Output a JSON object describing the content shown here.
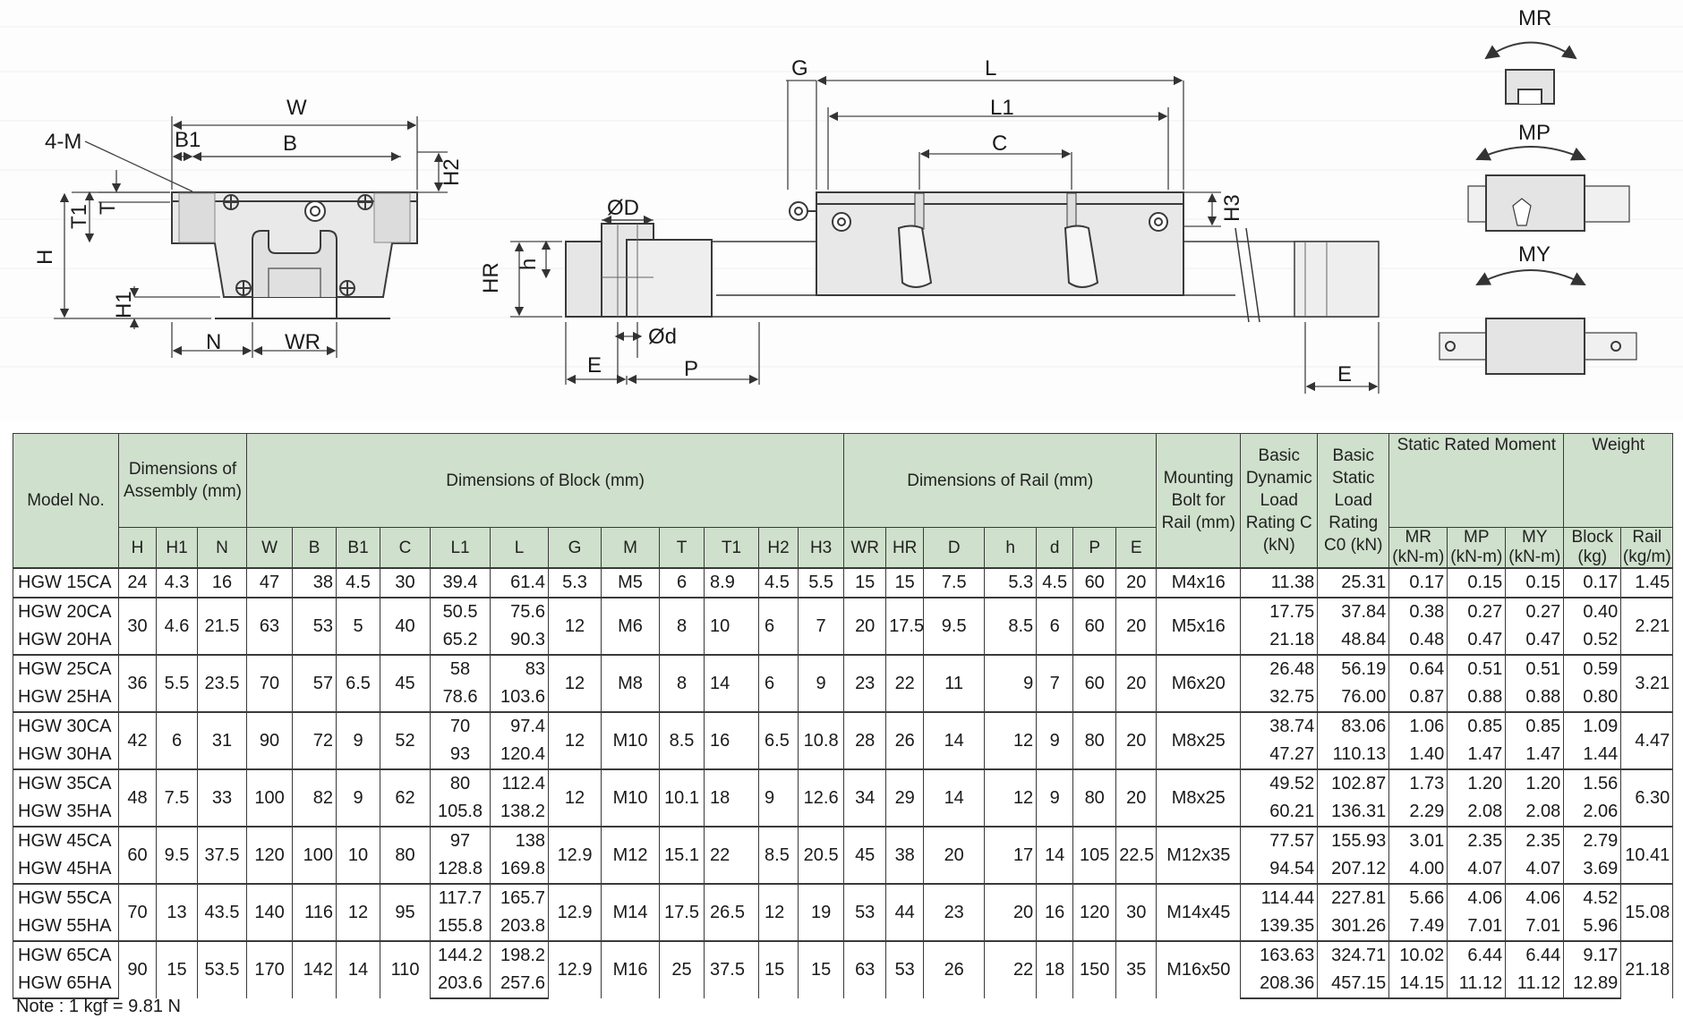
{
  "drawing": {
    "labels": {
      "four_m": "4-M",
      "W": "W",
      "B1": "B1",
      "B": "B",
      "H2": "H2",
      "T": "T",
      "T1": "T1",
      "H": "H",
      "H1": "H1",
      "N": "N",
      "WR": "WR",
      "D": "ØD",
      "HR": "HR",
      "h": "h",
      "d": "Ød",
      "E": "E",
      "P": "P",
      "G": "G",
      "L": "L",
      "L1": "L1",
      "C": "C",
      "H3": "H3",
      "E2": "E",
      "MR": "MR",
      "MP": "MP",
      "MY": "MY"
    }
  },
  "table": {
    "headers": {
      "model": "Model No.",
      "assembly_group": "Dimensions of Assembly (mm)",
      "block_group": "Dimensions of Block (mm)",
      "rail_group": "Dimensions of Rail (mm)",
      "bolt": "Mounting Bolt for Rail (mm)",
      "dynamic": "Basic Dynamic Load Rating C (kN)",
      "static": "Basic Static Load Rating C0 (kN)",
      "moment_group": "Static Rated Moment",
      "weight_group": "Weight",
      "assembly_cols": [
        "H",
        "H1",
        "N"
      ],
      "block_cols": [
        "W",
        "B",
        "B1",
        "C",
        "L1",
        "L",
        "G",
        "M",
        "T",
        "T1",
        "H2",
        "H3"
      ],
      "rail_cols": [
        "WR",
        "HR",
        "D",
        "h",
        "d",
        "P",
        "E"
      ],
      "moment_cols": [
        "MR (kN-m)",
        "MP (kN-m)",
        "MY (kN-m)"
      ],
      "weight_cols": [
        "Block (kg)",
        "Rail (kg/m)"
      ]
    },
    "groups": [
      {
        "shared": {
          "H": "24",
          "H1": "4.3",
          "N": "16",
          "W": "47",
          "B": "38",
          "B1": "4.5",
          "C": "30",
          "G": "5.3",
          "M": "M5",
          "T": "6",
          "T1": "8.9",
          "H2": "4.5",
          "H3": "5.5",
          "WR": "15",
          "HR": "15",
          "D": "7.5",
          "h": "5.3",
          "d": "4.5",
          "P": "60",
          "E": "20",
          "bolt": "M4x16",
          "rail": "1.45"
        },
        "rows": [
          {
            "model": "HGW 15CA",
            "L1": "39.4",
            "L": "61.4",
            "Cdyn": "11.38",
            "C0": "25.31",
            "MR": "0.17",
            "MP": "0.15",
            "MY": "0.15",
            "block": "0.17"
          }
        ]
      },
      {
        "shared": {
          "H": "30",
          "H1": "4.6",
          "N": "21.5",
          "W": "63",
          "B": "53",
          "B1": "5",
          "C": "40",
          "G": "12",
          "M": "M6",
          "T": "8",
          "T1": "10",
          "H2": "6",
          "H3": "7",
          "WR": "20",
          "HR": "17.5",
          "D": "9.5",
          "h": "8.5",
          "d": "6",
          "P": "60",
          "E": "20",
          "bolt": "M5x16",
          "rail": "2.21"
        },
        "rows": [
          {
            "model": "HGW 20CA",
            "L1": "50.5",
            "L": "75.6",
            "Cdyn": "17.75",
            "C0": "37.84",
            "MR": "0.38",
            "MP": "0.27",
            "MY": "0.27",
            "block": "0.40"
          },
          {
            "model": "HGW 20HA",
            "L1": "65.2",
            "L": "90.3",
            "Cdyn": "21.18",
            "C0": "48.84",
            "MR": "0.48",
            "MP": "0.47",
            "MY": "0.47",
            "block": "0.52"
          }
        ]
      },
      {
        "shared": {
          "H": "36",
          "H1": "5.5",
          "N": "23.5",
          "W": "70",
          "B": "57",
          "B1": "6.5",
          "C": "45",
          "G": "12",
          "M": "M8",
          "T": "8",
          "T1": "14",
          "H2": "6",
          "H3": "9",
          "WR": "23",
          "HR": "22",
          "D": "11",
          "h": "9",
          "d": "7",
          "P": "60",
          "E": "20",
          "bolt": "M6x20",
          "rail": "3.21"
        },
        "rows": [
          {
            "model": "HGW 25CA",
            "L1": "58",
            "L": "83",
            "Cdyn": "26.48",
            "C0": "56.19",
            "MR": "0.64",
            "MP": "0.51",
            "MY": "0.51",
            "block": "0.59"
          },
          {
            "model": "HGW 25HA",
            "L1": "78.6",
            "L": "103.6",
            "Cdyn": "32.75",
            "C0": "76.00",
            "MR": "0.87",
            "MP": "0.88",
            "MY": "0.88",
            "block": "0.80"
          }
        ]
      },
      {
        "shared": {
          "H": "42",
          "H1": "6",
          "N": "31",
          "W": "90",
          "B": "72",
          "B1": "9",
          "C": "52",
          "G": "12",
          "M": "M10",
          "T": "8.5",
          "T1": "16",
          "H2": "6.5",
          "H3": "10.8",
          "WR": "28",
          "HR": "26",
          "D": "14",
          "h": "12",
          "d": "9",
          "P": "80",
          "E": "20",
          "bolt": "M8x25",
          "rail": "4.47"
        },
        "rows": [
          {
            "model": "HGW 30CA",
            "L1": "70",
            "L": "97.4",
            "Cdyn": "38.74",
            "C0": "83.06",
            "MR": "1.06",
            "MP": "0.85",
            "MY": "0.85",
            "block": "1.09"
          },
          {
            "model": "HGW 30HA",
            "L1": "93",
            "L": "120.4",
            "Cdyn": "47.27",
            "C0": "110.13",
            "MR": "1.40",
            "MP": "1.47",
            "MY": "1.47",
            "block": "1.44"
          }
        ]
      },
      {
        "shared": {
          "H": "48",
          "H1": "7.5",
          "N": "33",
          "W": "100",
          "B": "82",
          "B1": "9",
          "C": "62",
          "G": "12",
          "M": "M10",
          "T": "10.1",
          "T1": "18",
          "H2": "9",
          "H3": "12.6",
          "WR": "34",
          "HR": "29",
          "D": "14",
          "h": "12",
          "d": "9",
          "P": "80",
          "E": "20",
          "bolt": "M8x25",
          "rail": "6.30"
        },
        "rows": [
          {
            "model": "HGW 35CA",
            "L1": "80",
            "L": "112.4",
            "Cdyn": "49.52",
            "C0": "102.87",
            "MR": "1.73",
            "MP": "1.20",
            "MY": "1.20",
            "block": "1.56"
          },
          {
            "model": "HGW 35HA",
            "L1": "105.8",
            "L": "138.2",
            "Cdyn": "60.21",
            "C0": "136.31",
            "MR": "2.29",
            "MP": "2.08",
            "MY": "2.08",
            "block": "2.06"
          }
        ]
      },
      {
        "shared": {
          "H": "60",
          "H1": "9.5",
          "N": "37.5",
          "W": "120",
          "B": "100",
          "B1": "10",
          "C": "80",
          "G": "12.9",
          "M": "M12",
          "T": "15.1",
          "T1": "22",
          "H2": "8.5",
          "H3": "20.5",
          "WR": "45",
          "HR": "38",
          "D": "20",
          "h": "17",
          "d": "14",
          "P": "105",
          "E": "22.5",
          "bolt": "M12x35",
          "rail": "10.41"
        },
        "rows": [
          {
            "model": "HGW 45CA",
            "L1": "97",
            "L": "138",
            "Cdyn": "77.57",
            "C0": "155.93",
            "MR": "3.01",
            "MP": "2.35",
            "MY": "2.35",
            "block": "2.79"
          },
          {
            "model": "HGW 45HA",
            "L1": "128.8",
            "L": "169.8",
            "Cdyn": "94.54",
            "C0": "207.12",
            "MR": "4.00",
            "MP": "4.07",
            "MY": "4.07",
            "block": "3.69"
          }
        ]
      },
      {
        "shared": {
          "H": "70",
          "H1": "13",
          "N": "43.5",
          "W": "140",
          "B": "116",
          "B1": "12",
          "C": "95",
          "G": "12.9",
          "M": "M14",
          "T": "17.5",
          "T1": "26.5",
          "H2": "12",
          "H3": "19",
          "WR": "53",
          "HR": "44",
          "D": "23",
          "h": "20",
          "d": "16",
          "P": "120",
          "E": "30",
          "bolt": "M14x45",
          "rail": "15.08"
        },
        "rows": [
          {
            "model": "HGW 55CA",
            "L1": "117.7",
            "L": "165.7",
            "Cdyn": "114.44",
            "C0": "227.81",
            "MR": "5.66",
            "MP": "4.06",
            "MY": "4.06",
            "block": "4.52"
          },
          {
            "model": "HGW 55HA",
            "L1": "155.8",
            "L": "203.8",
            "Cdyn": "139.35",
            "C0": "301.26",
            "MR": "7.49",
            "MP": "7.01",
            "MY": "7.01",
            "block": "5.96"
          }
        ]
      },
      {
        "shared": {
          "H": "90",
          "H1": "15",
          "N": "53.5",
          "W": "170",
          "B": "142",
          "B1": "14",
          "C": "110",
          "G": "12.9",
          "M": "M16",
          "T": "25",
          "T1": "37.5",
          "H2": "15",
          "H3": "15",
          "WR": "63",
          "HR": "53",
          "D": "26",
          "h": "22",
          "d": "18",
          "P": "150",
          "E": "35",
          "bolt": "M16x50",
          "rail": "21.18"
        },
        "rows": [
          {
            "model": "HGW 65CA",
            "L1": "144.2",
            "L": "198.2",
            "Cdyn": "163.63",
            "C0": "324.71",
            "MR": "10.02",
            "MP": "6.44",
            "MY": "6.44",
            "block": "9.17"
          },
          {
            "model": "HGW 65HA",
            "L1": "203.6",
            "L": "257.6",
            "Cdyn": "208.36",
            "C0": "457.15",
            "MR": "14.15",
            "MP": "11.12",
            "MY": "11.12",
            "block": "12.89"
          }
        ]
      }
    ]
  },
  "note": "Note : 1 kgf = 9.81 N"
}
